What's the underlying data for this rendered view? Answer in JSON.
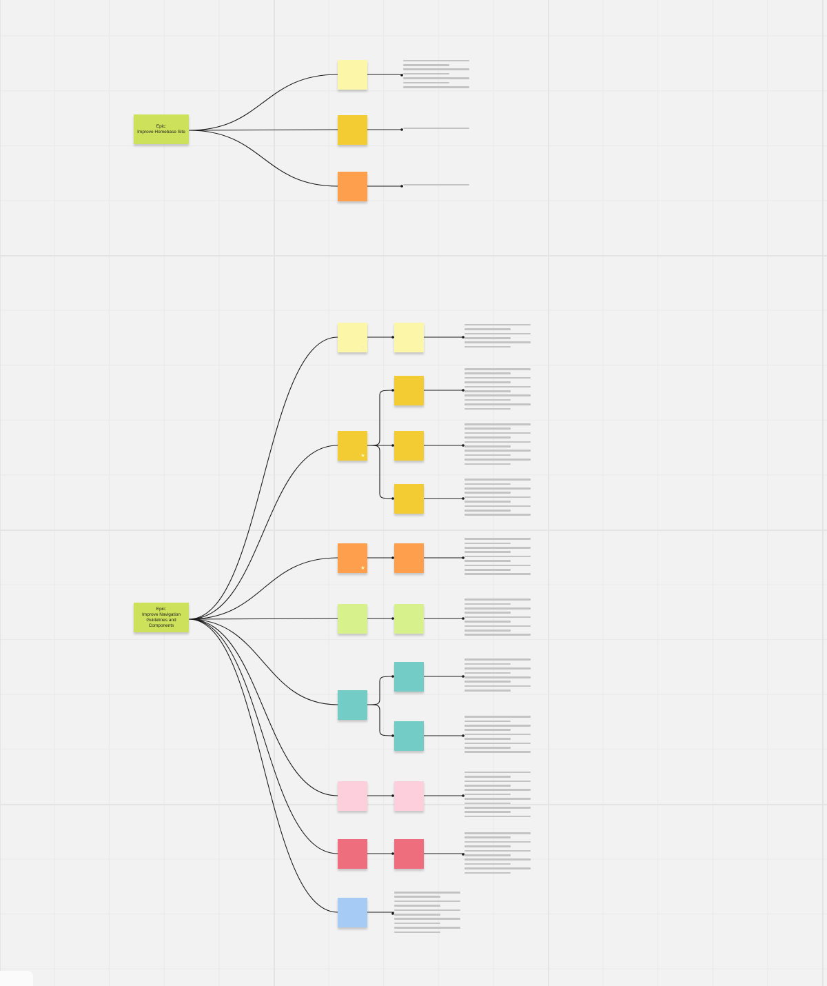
{
  "board": {
    "title": "",
    "colors": {
      "lime": "#cde15b",
      "pale_yellow": "#fcf7a8",
      "yellow": "#f3cc33",
      "orange": "#fd9f4c",
      "light_green": "#d7f28c",
      "teal": "#73cdc6",
      "pink": "#fdcfdc",
      "red": "#ef6e7d",
      "blue": "#a6ccf5",
      "connector": "#1a1a1a",
      "placeholder_line": "#c3c3c3"
    }
  },
  "epics": [
    {
      "label": "Epic:\nImprove Homebase Site",
      "color": "lime",
      "children": [
        {
          "text": "",
          "color": "pale_yellow",
          "children": []
        },
        {
          "text": "",
          "color": "yellow",
          "children": []
        },
        {
          "text": "",
          "color": "orange",
          "children": []
        }
      ]
    },
    {
      "label": "Epic:\nImprove Navigation\nGuidelines and\nComponents",
      "color": "lime",
      "children": [
        {
          "text": "",
          "color": "pale_yellow",
          "starred": true,
          "children": [
            {
              "text": "",
              "color": "pale_yellow"
            }
          ]
        },
        {
          "text": "",
          "color": "yellow",
          "starred": true,
          "children": [
            {
              "text": "",
              "color": "yellow"
            },
            {
              "text": "",
              "color": "yellow"
            },
            {
              "text": "",
              "color": "yellow"
            }
          ]
        },
        {
          "text": "",
          "color": "orange",
          "starred": true,
          "children": [
            {
              "text": "",
              "color": "orange"
            }
          ]
        },
        {
          "text": "",
          "color": "light_green",
          "children": [
            {
              "text": "",
              "color": "light_green"
            }
          ]
        },
        {
          "text": "",
          "color": "teal",
          "children": [
            {
              "text": "",
              "color": "teal"
            },
            {
              "text": "",
              "color": "teal"
            }
          ]
        },
        {
          "text": "",
          "color": "pink",
          "children": [
            {
              "text": "",
              "color": "pink"
            }
          ]
        },
        {
          "text": "",
          "color": "red",
          "children": [
            {
              "text": "",
              "color": "red"
            }
          ]
        },
        {
          "text": "",
          "color": "blue",
          "children": []
        }
      ]
    }
  ]
}
